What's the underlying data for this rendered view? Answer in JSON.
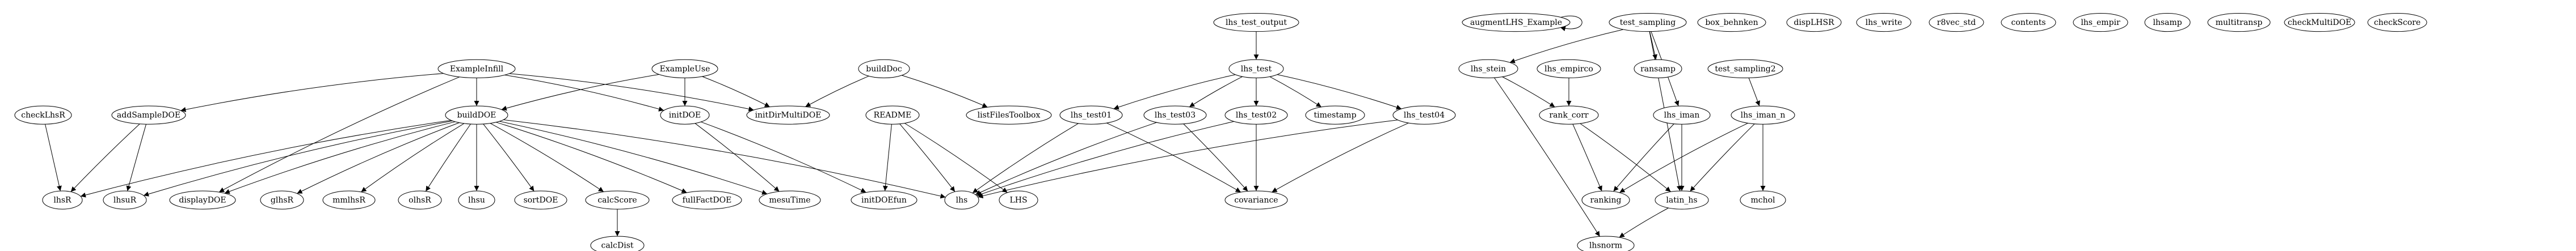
{
  "nodes": {
    "ExampleInfill": "ExampleInfill",
    "ExampleUse": "ExampleUse",
    "buildDoc": "buildDoc",
    "checkLhsR": "checkLhsR",
    "addSampleDOE": "addSampleDOE",
    "buildDOE": "buildDOE",
    "initDOE": "initDOE",
    "initDirMultiDOE": "initDirMultiDOE",
    "listFilesToolbox": "listFilesToolbox",
    "README": "README",
    "lhsR": "lhsR",
    "lhsuR": "lhsuR",
    "displayDOE": "displayDOE",
    "glhsR": "glhsR",
    "mmlhsR": "mmlhsR",
    "olhsR": "olhsR",
    "lhsu": "lhsu",
    "sortDOE": "sortDOE",
    "calcScore": "calcScore",
    "fullFactDOE": "fullFactDOE",
    "mesuTime": "mesuTime",
    "initDOEfun": "initDOEfun",
    "lhs": "lhs",
    "LHS": "LHS",
    "calcDist": "calcDist",
    "lhs_test_output": "lhs_test_output",
    "lhs_test": "lhs_test",
    "lhs_test01": "lhs_test01",
    "lhs_test03": "lhs_test03",
    "lhs_test02": "lhs_test02",
    "timestamp": "timestamp",
    "lhs_test04": "lhs_test04",
    "covariance": "covariance",
    "augmentLHS_Example": "augmentLHS_Example",
    "test_sampling": "test_sampling",
    "box_behnken": "box_behnken",
    "dispLHSR": "dispLHSR",
    "lhs_write": "lhs_write",
    "r8vec_std": "r8vec_std",
    "contents": "contents",
    "lhs_empir": "lhs_empir",
    "lhsamp": "lhsamp",
    "multitransp": "multitransp",
    "checkMultiDOE": "checkMultiDOE",
    "checkScore": "checkScore",
    "lhs_stein": "lhs_stein",
    "lhs_empirco": "lhs_empirco",
    "ransamp": "ransamp",
    "test_sampling2": "test_sampling2",
    "rank_corr": "rank_corr",
    "lhs_iman": "lhs_iman",
    "lhs_iman_n": "lhs_iman_n",
    "ranking": "ranking",
    "latin_hs": "latin_hs",
    "mchol": "mchol",
    "lhsnorm": "lhsnorm"
  }
}
